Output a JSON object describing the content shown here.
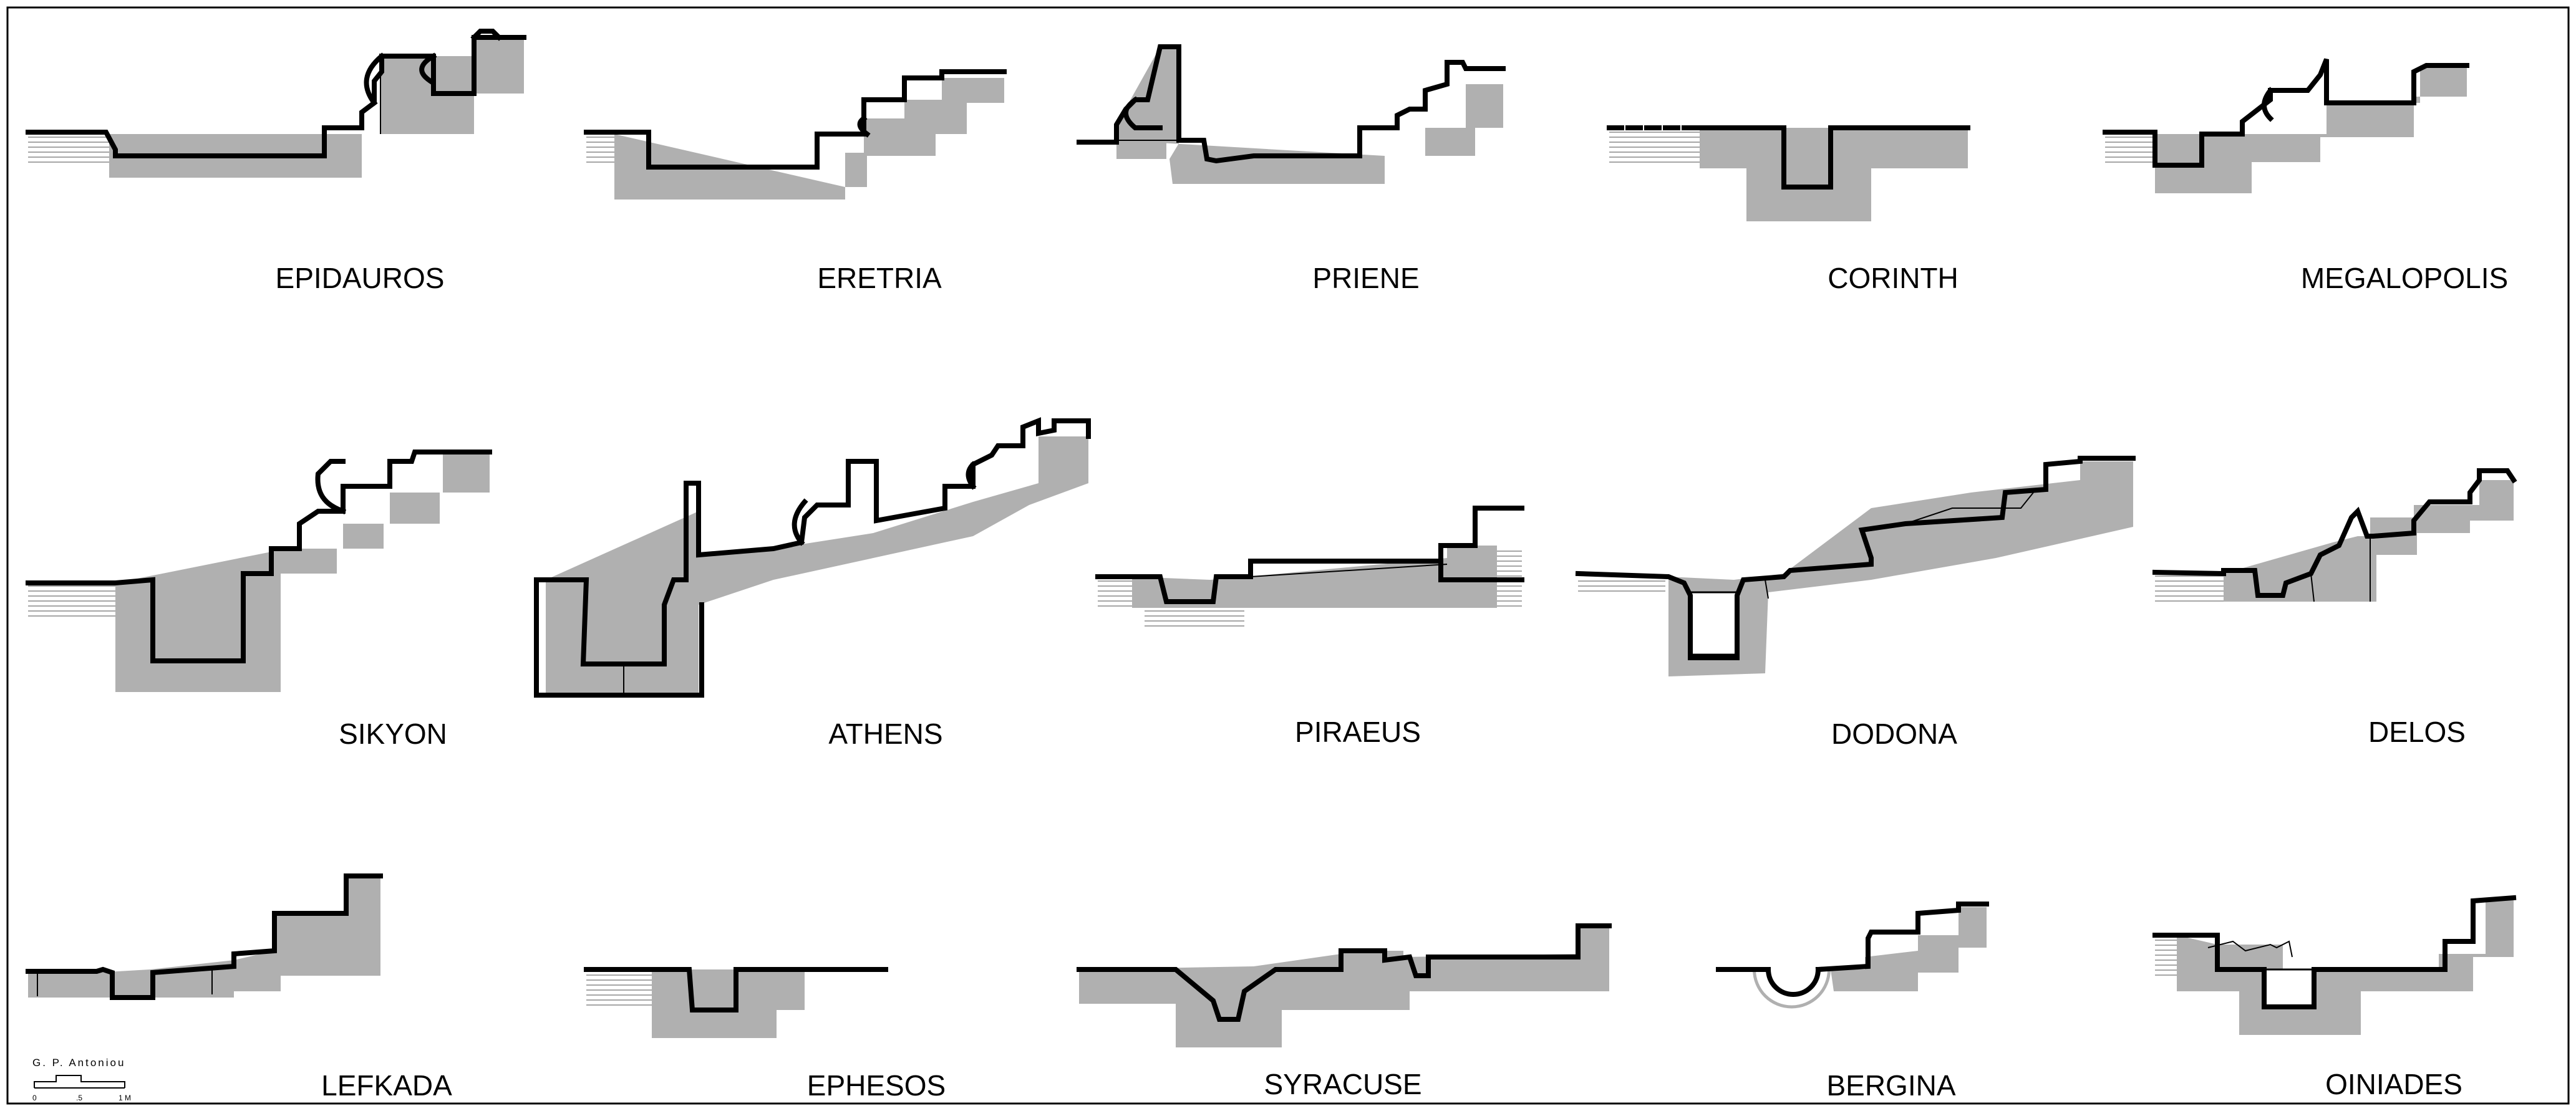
{
  "sections": [
    {
      "id": "epidauros",
      "label": "EPIDAUROS"
    },
    {
      "id": "eretria",
      "label": "ERETRIA"
    },
    {
      "id": "priene",
      "label": "PRIENE"
    },
    {
      "id": "corinth",
      "label": "CORINTH"
    },
    {
      "id": "megalopolis",
      "label": "MEGALOPOLIS"
    },
    {
      "id": "sikyon",
      "label": "SIKYON"
    },
    {
      "id": "athens",
      "label": "ATHENS"
    },
    {
      "id": "piraeus",
      "label": "PIRAEUS"
    },
    {
      "id": "dodona",
      "label": "DODONA"
    },
    {
      "id": "delos",
      "label": "DELOS"
    },
    {
      "id": "lefkada",
      "label": "LEFKADA"
    },
    {
      "id": "ephesos",
      "label": "EPHESOS"
    },
    {
      "id": "syracuse",
      "label": "SYRACUSE"
    },
    {
      "id": "bergina",
      "label": "BERGINA"
    },
    {
      "id": "oiniades",
      "label": "OINIADES"
    }
  ],
  "credit": {
    "author": "G. P. Antoniou",
    "scale_ticks": [
      "0",
      ".5",
      "1 M"
    ]
  }
}
